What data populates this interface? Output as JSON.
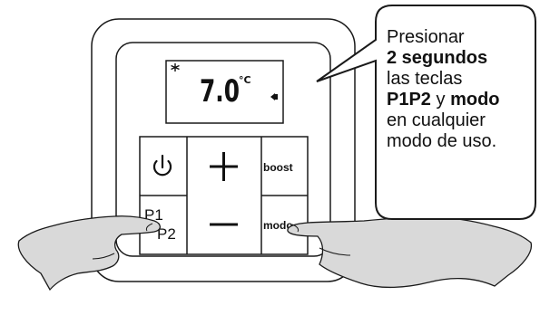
{
  "display": {
    "temperature": "7.0",
    "unit": "°C",
    "snowflake_icon": "snowflake-icon",
    "indicator_icon": "speaker-indicator-icon"
  },
  "buttons": {
    "power_icon": "power-icon",
    "plus": "+",
    "minus": "—",
    "boost": "boost",
    "p1": "P1",
    "p2": "P2",
    "mode": "modo"
  },
  "callout": {
    "line1": "Presionar",
    "line2": "2 segundos",
    "line3a": "las teclas",
    "line4a": "P1P2",
    "line4b": " y ",
    "line4c": "modo",
    "line5": "en cualquier",
    "line6": "modo de uso."
  },
  "colors": {
    "outline": "#1a1a1a",
    "hand_fill": "#d9d9d9",
    "background": "#ffffff"
  }
}
